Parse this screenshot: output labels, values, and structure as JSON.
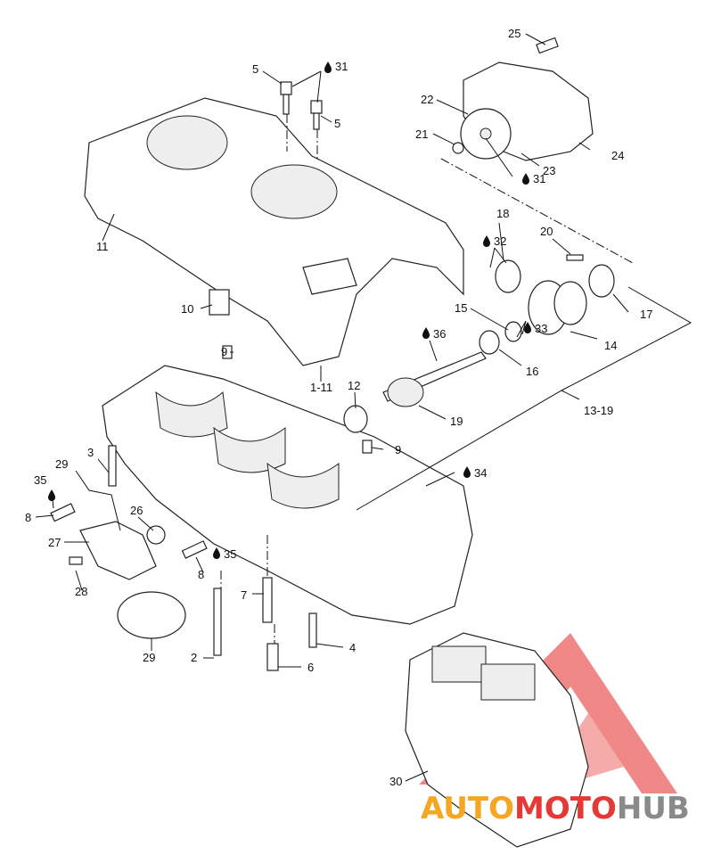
{
  "diagram": {
    "callouts": {
      "c25": "25",
      "c5a": "5",
      "c31a": "31",
      "c5b": "5",
      "c22": "22",
      "c21": "21",
      "c24": "24",
      "c23": "23",
      "c31b": "31",
      "c18": "18",
      "c32": "32",
      "c20": "20",
      "c11": "11",
      "c10": "10",
      "c15": "15",
      "c17": "17",
      "c14": "14",
      "c33": "33",
      "c16": "16",
      "c36": "36",
      "c9a": "9",
      "c1_11": "1-11",
      "c12": "12",
      "c19": "19",
      "c13_19": "13-19",
      "c9b": "9",
      "c3": "3",
      "c29a": "29",
      "c35a": "35",
      "c8a": "8",
      "c26": "26",
      "c27": "27",
      "c28": "28",
      "c8b": "8",
      "c35b": "35",
      "c34": "34",
      "c7": "7",
      "c4": "4",
      "c2": "2",
      "c6": "6",
      "c29b": "29",
      "c30": "30"
    },
    "oil_icon": "oil-drop-icon",
    "watermark": {
      "text_a": "AUTO",
      "text_b": "MOTO",
      "text_c": "HUB",
      "color_orange": "#f5a623",
      "color_red": "#e53935",
      "color_gray": "#8a8a8a"
    }
  }
}
